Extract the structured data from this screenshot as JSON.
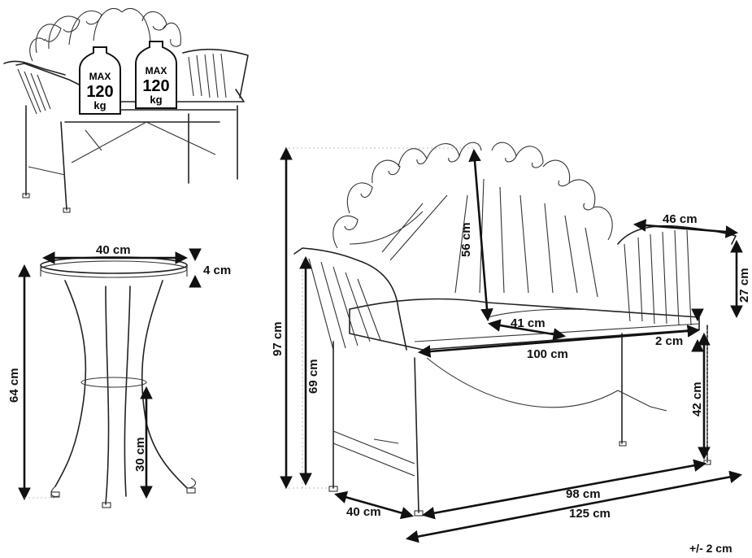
{
  "bench_small": {
    "badges": [
      {
        "max": "MAX",
        "value": "120",
        "unit": "kg"
      },
      {
        "max": "MAX",
        "value": "120",
        "unit": "kg"
      }
    ]
  },
  "table": {
    "diameter": "40 cm",
    "top_thickness": "4 cm",
    "height": "64 cm",
    "leg_height": "30 cm"
  },
  "bench": {
    "total_height": "97 cm",
    "arm_height": "69 cm",
    "back_height": "56 cm",
    "arm_length": "46 cm",
    "arm_rest_height": "27 cm",
    "seat_depth": "41 cm",
    "seat_width": "100 cm",
    "seat_thickness": "2 cm",
    "seat_height": "42 cm",
    "depth": "40 cm",
    "inner_width": "98 cm",
    "total_width": "125 cm"
  },
  "tolerance": "+/- 2 cm"
}
